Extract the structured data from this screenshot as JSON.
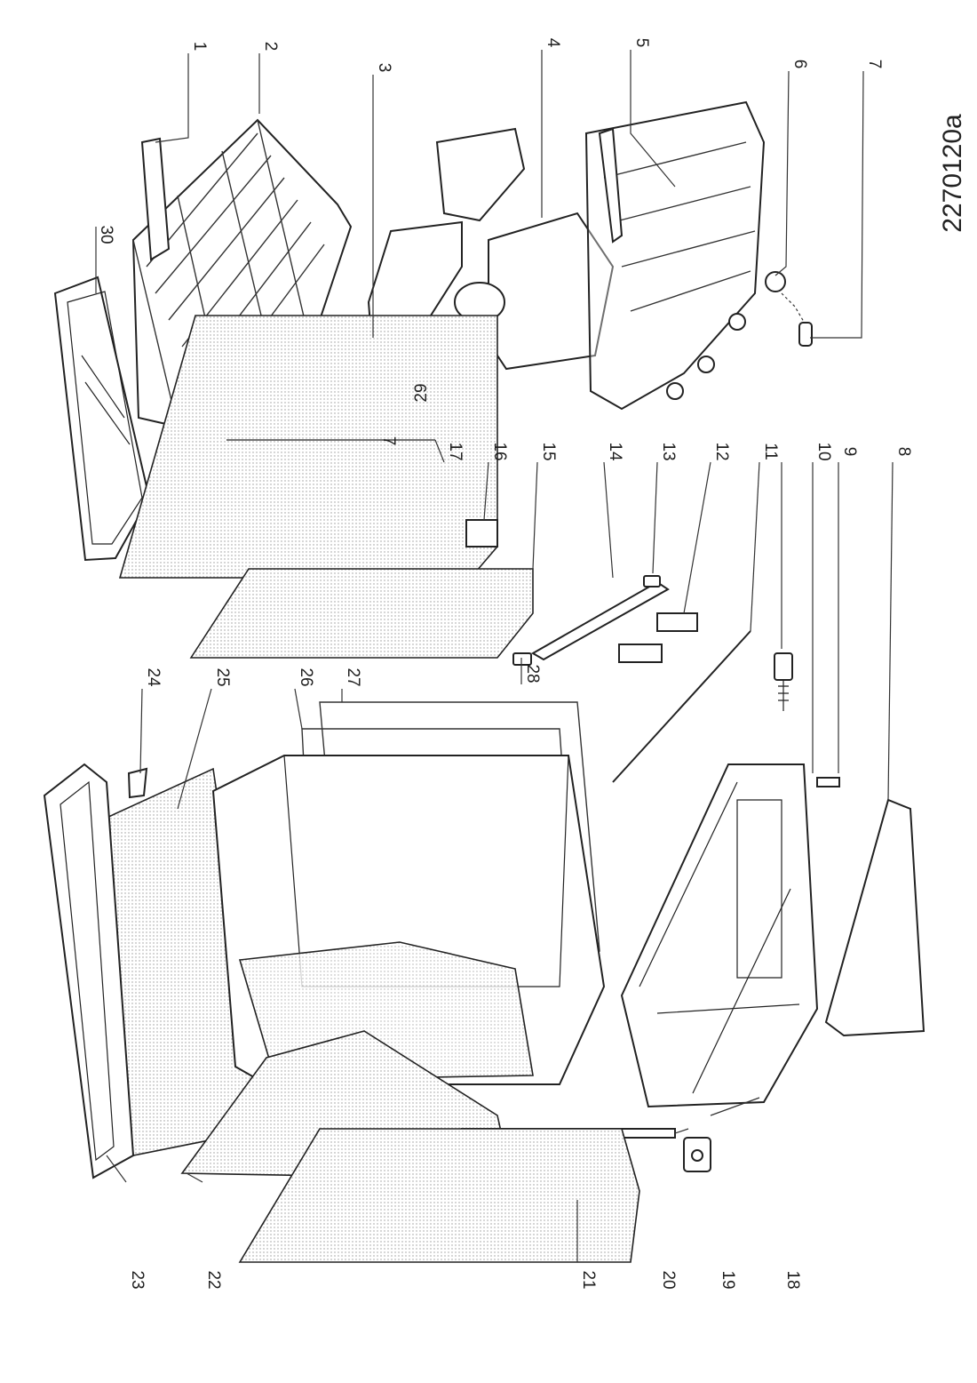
{
  "drawing_code": "2270120a",
  "callouts": {
    "c1": "1",
    "c2": "2",
    "c3": "3",
    "c4": "4",
    "c5": "5",
    "c6": "6",
    "c7a": "7",
    "c7b": "7",
    "c8": "8",
    "c9": "9",
    "c10": "10",
    "c11": "11",
    "c12": "12",
    "c13": "13",
    "c14": "14",
    "c15": "15",
    "c16": "16",
    "c17": "17",
    "c18": "18",
    "c19": "19",
    "c20": "20",
    "c21": "21",
    "c22": "22",
    "c23": "23",
    "c24": "24",
    "c25": "25",
    "c26": "26",
    "c27": "27",
    "c28": "28",
    "c29": "29",
    "c30": "30"
  }
}
